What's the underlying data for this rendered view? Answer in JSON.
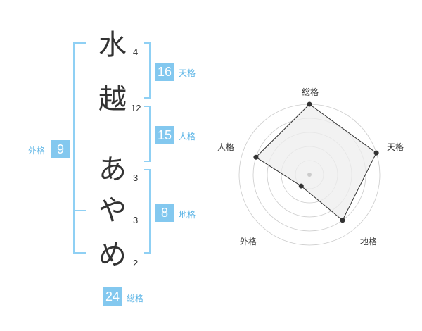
{
  "name": {
    "characters": [
      {
        "char": "水",
        "strokes": "4"
      },
      {
        "char": "越",
        "strokes": "12"
      },
      {
        "char": "あ",
        "strokes": "3"
      },
      {
        "char": "や",
        "strokes": "3"
      },
      {
        "char": "め",
        "strokes": "2"
      }
    ]
  },
  "kaku": {
    "tenkaku": {
      "value": "16",
      "label": "天格"
    },
    "jinkaku": {
      "value": "15",
      "label": "人格"
    },
    "chikaku": {
      "value": "8",
      "label": "地格"
    },
    "gaikaku": {
      "value": "9",
      "label": "外格"
    },
    "soukaku": {
      "value": "24",
      "label": "総格"
    }
  },
  "chart_data": {
    "type": "radar",
    "axes": [
      "総格",
      "天格",
      "地格",
      "外格",
      "人格"
    ],
    "values": [
      5,
      5,
      4,
      1,
      4
    ],
    "max": 5,
    "levels": 5,
    "colors": {
      "fill": "#eeeeee",
      "line": "#333333",
      "grid": "#cccccc",
      "center": "#cccccc"
    }
  },
  "colors": {
    "accent": "#83c8ef",
    "bracket": "#8fd0f4",
    "label": "#5ab4e6"
  }
}
